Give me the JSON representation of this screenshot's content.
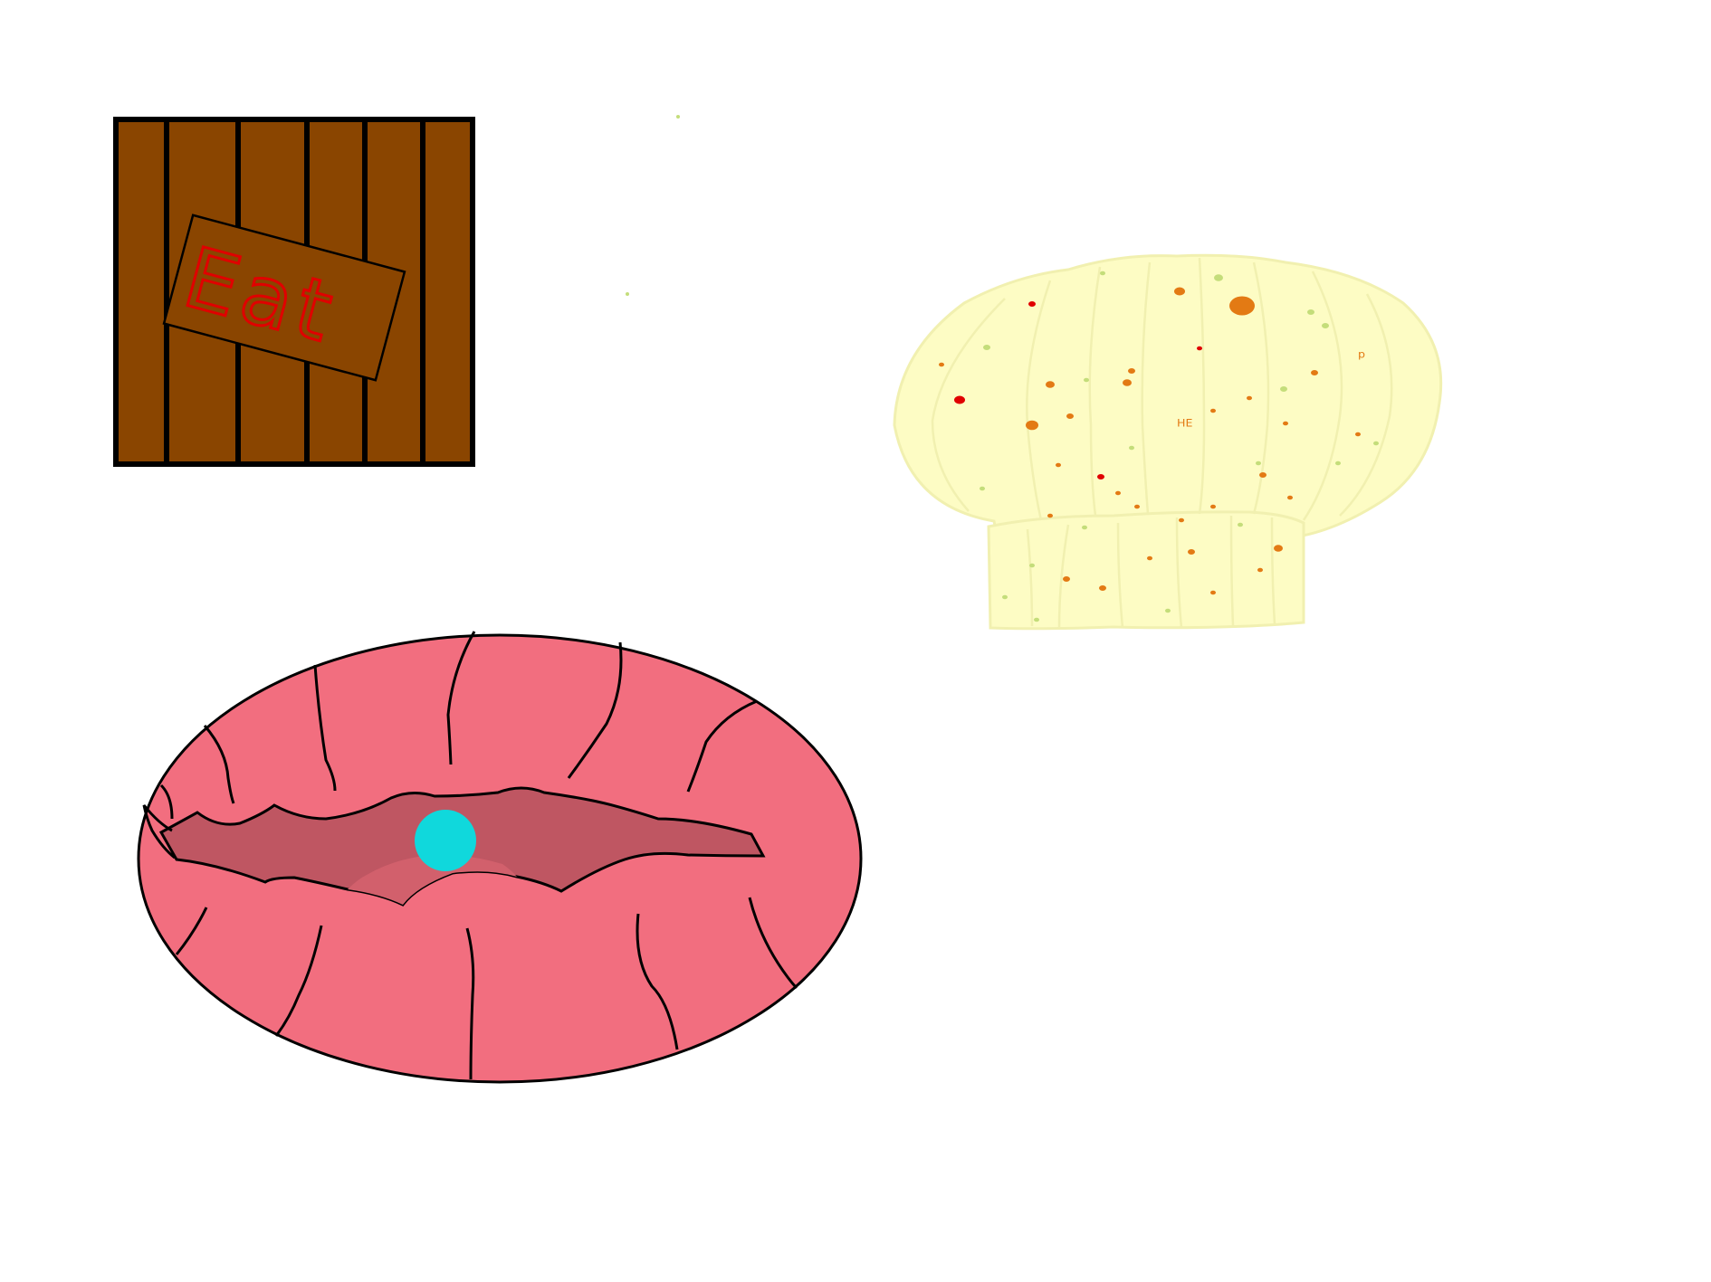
{
  "colors": {
    "background": "#ffffff",
    "wood": "#8a4500",
    "wood_outline": "#000000",
    "sign_text": "#e00000",
    "mouth_outer": "#f26e7f",
    "mouth_inner": "#bf5662",
    "tongue": "#d2606c",
    "mouth_outline": "#000000",
    "ball": "#10d8dc",
    "hat_fill": "#fdfcc4",
    "hat_stroke": "#f1f0b0",
    "speck_orange": "#e37a14",
    "speck_green": "#c4dd7a",
    "speck_red": "#e00000"
  },
  "wood_sign": {
    "text": "Eat",
    "icon": "wooden-crate-icon"
  },
  "mouth": {
    "icon": "mouth-icon",
    "ball_icon": "ball-icon"
  },
  "chef_hat": {
    "icon": "chef-hat-icon",
    "scribble_1": "ᵖ",
    "scribble_2": "ᴴᴱ"
  }
}
